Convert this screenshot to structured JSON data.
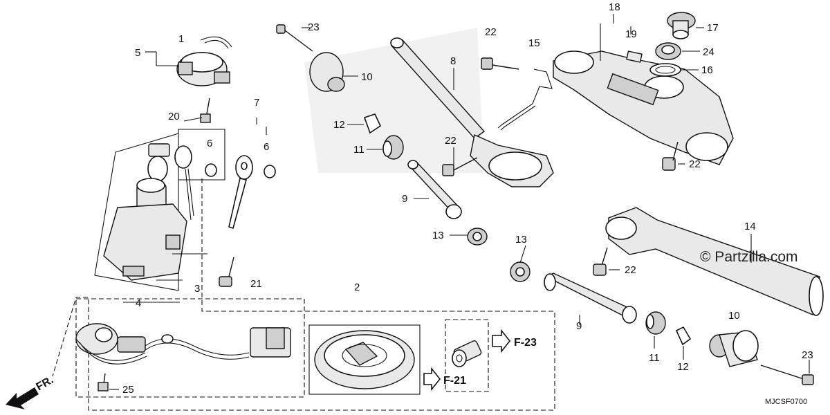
{
  "diagram": {
    "callouts": [
      {
        "id": "c1",
        "text": "1"
      },
      {
        "id": "c2",
        "text": "2"
      },
      {
        "id": "c3",
        "text": "3"
      },
      {
        "id": "c4",
        "text": "4"
      },
      {
        "id": "c5",
        "text": "5"
      },
      {
        "id": "c6a",
        "text": "6"
      },
      {
        "id": "c6b",
        "text": "6"
      },
      {
        "id": "c7",
        "text": "7"
      },
      {
        "id": "c8",
        "text": "8"
      },
      {
        "id": "c9a",
        "text": "9"
      },
      {
        "id": "c9b",
        "text": "9"
      },
      {
        "id": "c10a",
        "text": "10"
      },
      {
        "id": "c10b",
        "text": "10"
      },
      {
        "id": "c11a",
        "text": "11"
      },
      {
        "id": "c11b",
        "text": "11"
      },
      {
        "id": "c12a",
        "text": "12"
      },
      {
        "id": "c12b",
        "text": "12"
      },
      {
        "id": "c13a",
        "text": "13"
      },
      {
        "id": "c13b",
        "text": "13"
      },
      {
        "id": "c14",
        "text": "14"
      },
      {
        "id": "c15",
        "text": "15"
      },
      {
        "id": "c16",
        "text": "16"
      },
      {
        "id": "c17",
        "text": "17"
      },
      {
        "id": "c18",
        "text": "18"
      },
      {
        "id": "c19",
        "text": "19"
      },
      {
        "id": "c20",
        "text": "20"
      },
      {
        "id": "c21",
        "text": "21"
      },
      {
        "id": "c22a",
        "text": "22"
      },
      {
        "id": "c22b",
        "text": "22"
      },
      {
        "id": "c22c",
        "text": "22"
      },
      {
        "id": "c22d",
        "text": "22"
      },
      {
        "id": "c23a",
        "text": "23"
      },
      {
        "id": "c23b",
        "text": "23"
      },
      {
        "id": "c24",
        "text": "24"
      },
      {
        "id": "c25",
        "text": "25"
      }
    ],
    "refs": {
      "f23": "F-23",
      "f21": "F-21"
    },
    "front_arrow": "FR.",
    "watermark": "© Partzilla.com",
    "diagram_code": "MJCSF0700"
  }
}
